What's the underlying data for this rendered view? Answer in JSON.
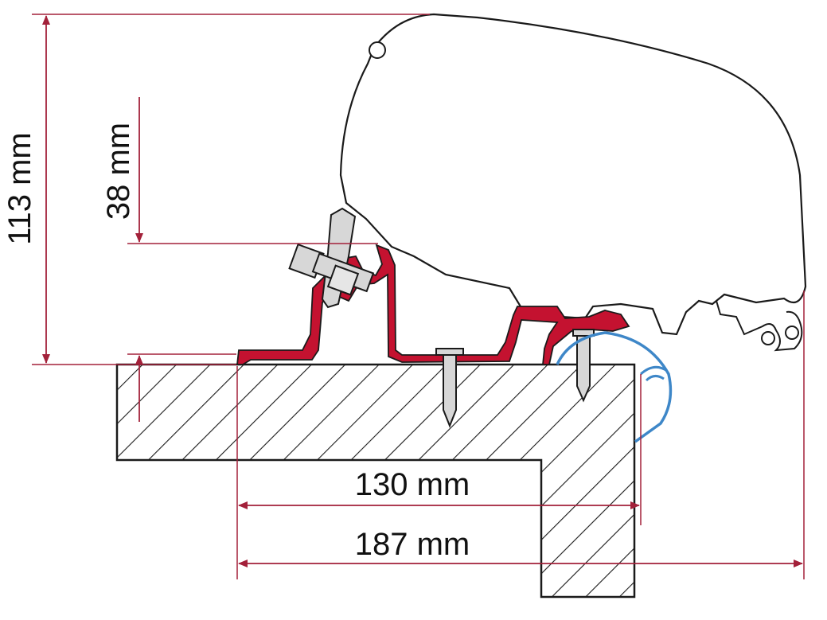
{
  "colors": {
    "dimension_line": "#a3213a",
    "profile_red": "#c41230",
    "outline": "#1a1a1a",
    "bolt_gray": "#d7d7d7",
    "clip_blue": "#3e87c8",
    "background": "#ffffff"
  },
  "dimensions": {
    "height_total": "113 mm",
    "height_bracket": "38 mm",
    "width_inner": "130 mm",
    "width_total": "187 mm"
  }
}
